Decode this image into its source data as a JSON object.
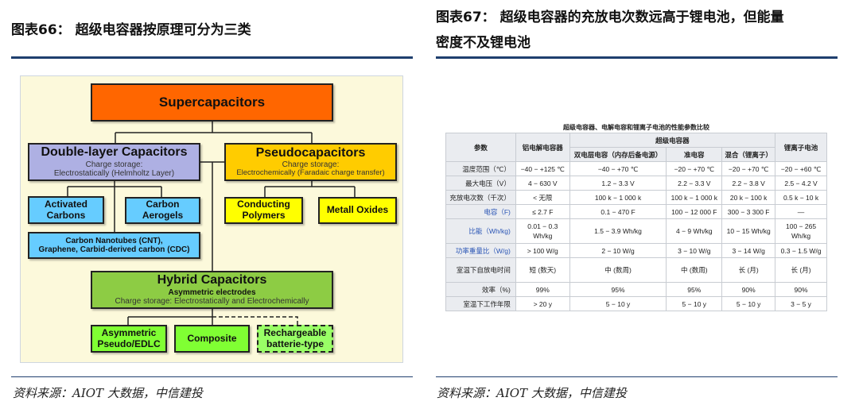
{
  "left": {
    "title": "图表66：  超级电容器按原理可分为三类",
    "source": "资料来源：AIOT 大数据，中信建投",
    "diagram": {
      "root": "Supercapacitors",
      "double_layer": {
        "title": "Double-layer Capacitors",
        "line1": "Charge storage:",
        "line2": "Electrostatically (Helmholtz  Layer)"
      },
      "pseudo": {
        "title": "Pseudocapacitors",
        "line1": "Charge storage:",
        "line2": "Electrochemically  (Faradaic charge transfer)"
      },
      "activated": {
        "l1": "Activated",
        "l2": "Carbons"
      },
      "aerogels": {
        "l1": "Carbon",
        "l2": "Aerogels"
      },
      "cnt": {
        "l1": "Carbon Nanotubes (CNT),",
        "l2": "Graphene, Carbid-derived carbon (CDC)"
      },
      "conducting": {
        "l1": "Conducting",
        "l2": "Polymers"
      },
      "metall": "Metall Oxides",
      "hybrid": {
        "title": "Hybrid Capacitors",
        "line1": "Asymmetric electrodes",
        "line2": "Charge storage: Electrostatically and Electrochemically"
      },
      "asym": {
        "l1": "Asymmetric",
        "l2": "Pseudo/EDLC"
      },
      "composite": "Composite",
      "rechargeable": {
        "l1": "Rechargeable",
        "l2": "batterie-type"
      }
    }
  },
  "right": {
    "title_l1": "图表67：  超级电容器的充放电次数远高于锂电池，但能量",
    "title_l2": "密度不及锂电池",
    "source": "资料来源：AIOT 大数据，中信建投",
    "table": {
      "caption": "超级电容器、电解电容和锂离子电池的性能参数比较",
      "h_param": "参数",
      "h_al": "铝电解电容器",
      "h_super": "超级电容器",
      "h_li": "锂离子电池",
      "h_sub": [
        "双电层电容（内存后备电源）",
        "准电容",
        "混合（锂离子）"
      ],
      "rows": [
        {
          "label": "温度范围（℃）",
          "cells": [
            "−40 − +125 ℃",
            "−40 − +70 ℃",
            "−20 − +70 ℃",
            "−20 − +70 ℃",
            "−20 − +60 ℃"
          ]
        },
        {
          "label": "最大电压（V）",
          "cells": [
            "4 − 630 V",
            "1.2 − 3.3 V",
            "2.2 − 3.3 V",
            "2.2 − 3.8 V",
            "2.5 − 4.2 V"
          ]
        },
        {
          "label": "充放电次数（千次）",
          "cells": [
            "< 无限",
            "100 k − 1 000 k",
            "100 k − 1 000 k",
            "20 k − 100 k",
            "0.5 k − 10 k"
          ]
        },
        {
          "label": "电容（F)",
          "cells": [
            "≤ 2.7 F",
            "0.1 − 470 F",
            "100 − 12 000 F",
            "300 − 3 300 F",
            "—"
          ]
        },
        {
          "label": "比能（Wh/kg)",
          "cells": [
            "0.01 − 0.3 Wh/kg",
            "1.5 − 3.9 Wh/kg",
            "4 − 9 Wh/kg",
            "10 − 15 Wh/kg",
            "100 − 265 Wh/kg"
          ]
        },
        {
          "label": "功率重量比（W/g)",
          "cells": [
            "> 100 W/g",
            "2 − 10 W/g",
            "3 − 10 W/g",
            "3 − 14 W/g",
            "0.3 − 1.5 W/g"
          ]
        },
        {
          "label": "室温下自放电时间",
          "cells": [
            "短 (数天)",
            "中 (数周)",
            "中 (数周)",
            "长 (月)",
            "长 (月)"
          ]
        },
        {
          "label": "效率（%)",
          "cells": [
            "99%",
            "95%",
            "95%",
            "90%",
            "90%"
          ]
        },
        {
          "label": "室温下工作年限",
          "cells": [
            "> 20 y",
            "5 − 10 y",
            "5 − 10 y",
            "5 − 10 y",
            "3 − 5 y"
          ]
        }
      ]
    }
  }
}
